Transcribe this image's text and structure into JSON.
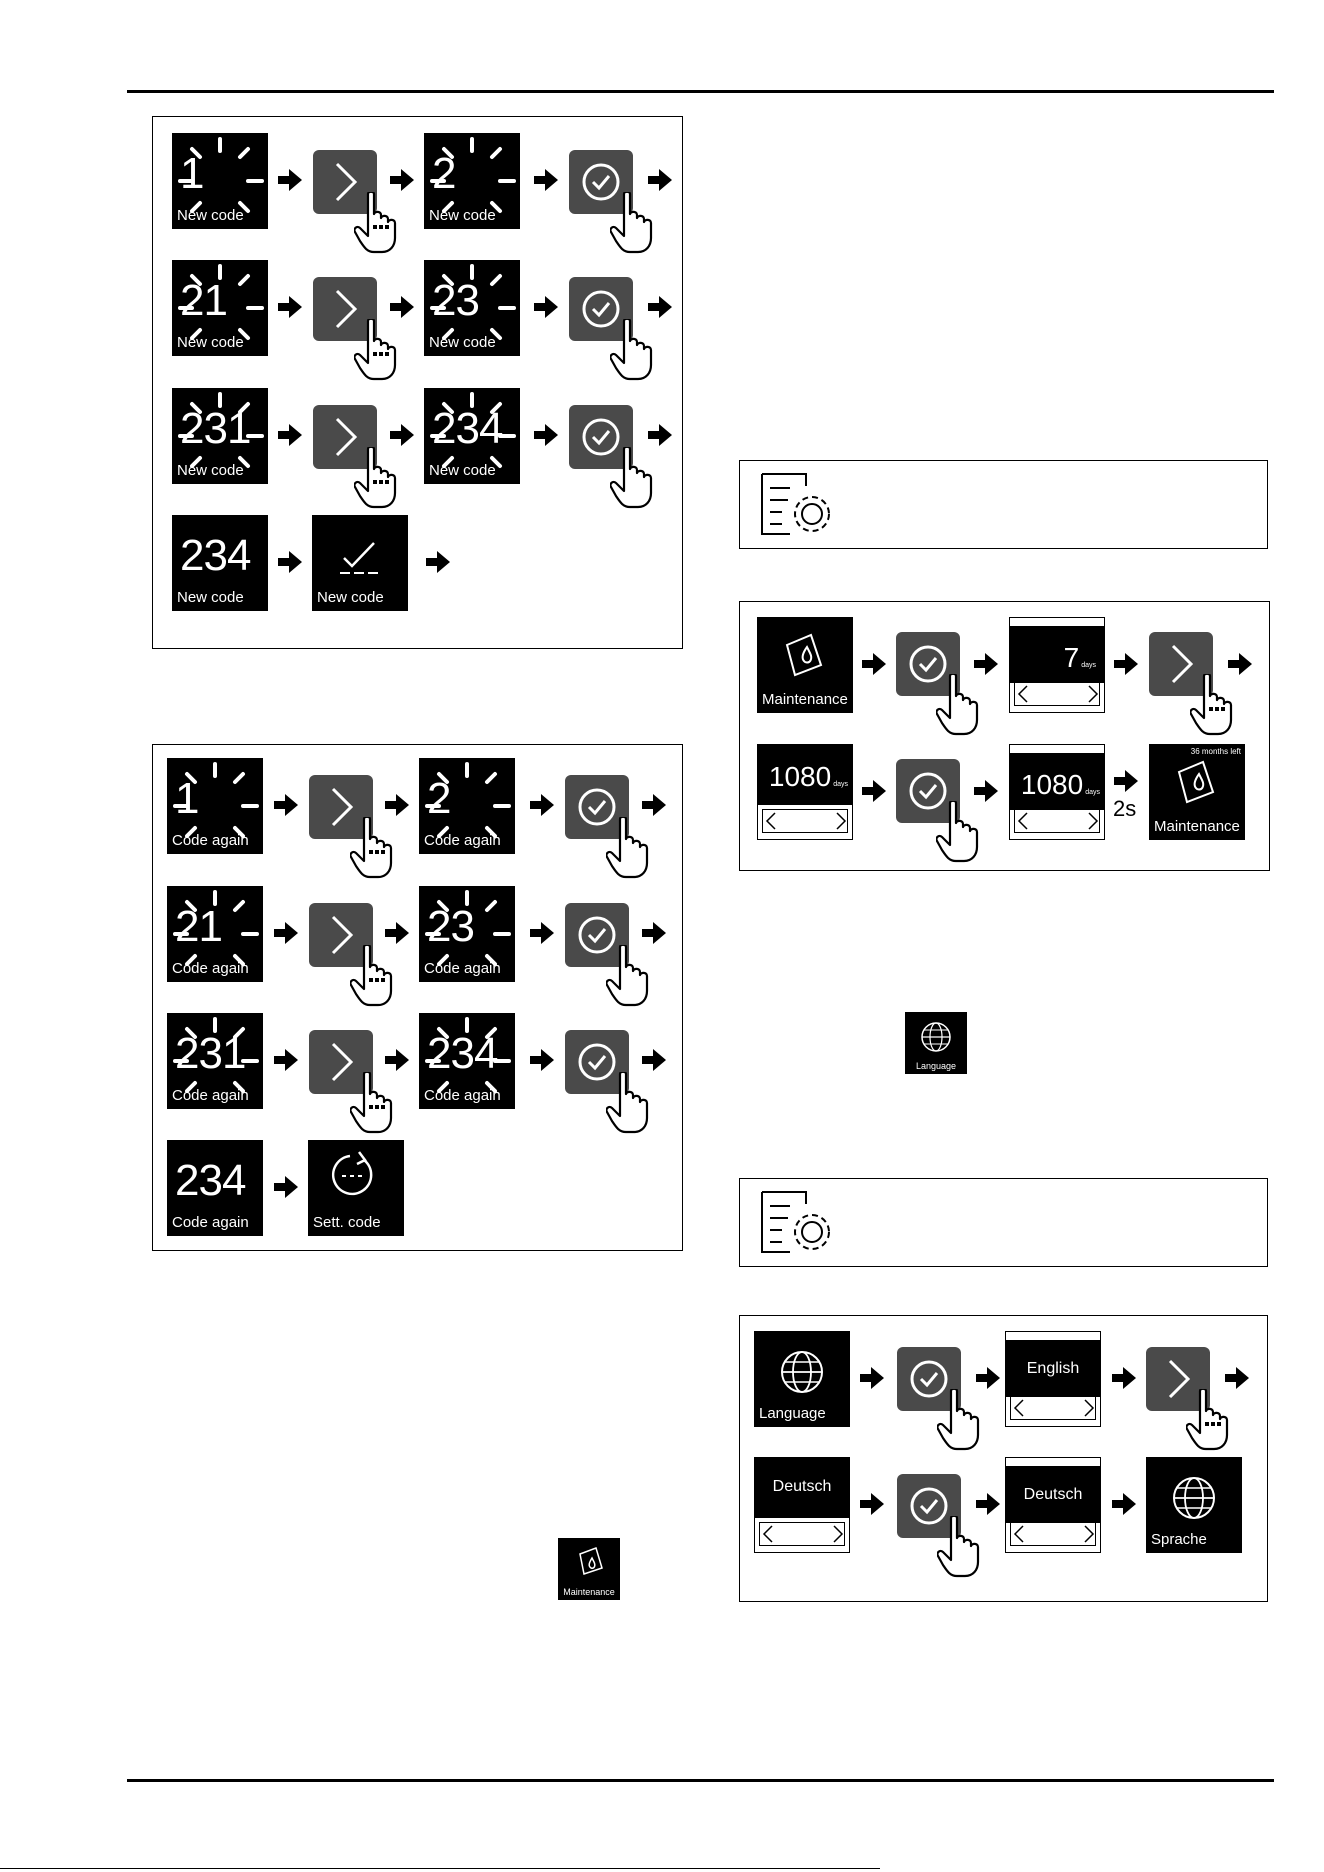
{
  "panel_new_code": {
    "steps": [
      {
        "digits": "1",
        "caption": "New code"
      },
      {
        "digits": "2",
        "caption": "New code"
      },
      {
        "digits": "21",
        "caption": "New code"
      },
      {
        "digits": "23",
        "caption": "New code"
      },
      {
        "digits": "231",
        "caption": "New code"
      },
      {
        "digits": "234",
        "caption": "New code"
      }
    ],
    "final": {
      "digits": "234",
      "caption": "New code",
      "confirm_caption": "New code"
    }
  },
  "panel_code_again": {
    "steps": [
      {
        "digits": "1",
        "caption": "Code again"
      },
      {
        "digits": "2",
        "caption": "Code again"
      },
      {
        "digits": "21",
        "caption": "Code again"
      },
      {
        "digits": "23",
        "caption": "Code again"
      },
      {
        "digits": "231",
        "caption": "Code again"
      },
      {
        "digits": "234",
        "caption": "Code again"
      }
    ],
    "final": {
      "digits": "234",
      "caption": "Code again",
      "settings_caption": "Sett. code"
    }
  },
  "maintenance_icon_inline": {
    "caption": "Maintenance"
  },
  "panel_maintenance": {
    "tile_caption": "Maintenance",
    "value_initial": "7",
    "value_initial_unit": "days",
    "value_final": "1080",
    "value_final_unit": "days",
    "delay": "2s",
    "result_caption": "Maintenance",
    "result_note": "36 months left"
  },
  "language_icon_inline": {
    "caption": "Language"
  },
  "panel_language": {
    "tile_caption": "Language",
    "value_initial": "English",
    "value_selected": "Deutsch",
    "value_confirmed": "Deutsch",
    "result_caption": "Sprache"
  }
}
